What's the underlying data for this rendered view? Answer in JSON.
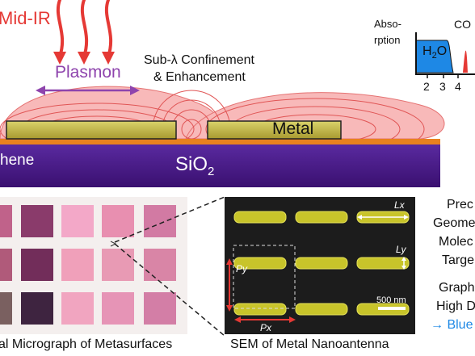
{
  "top": {
    "light_label": "Mid-IR",
    "plasmon_label": "Plasmon",
    "confinement_line1": "Sub-λ Confinement",
    "confinement_line2": "& Enhancement",
    "metal_label": "Metal",
    "substrate_label": "SiO",
    "substrate_sub": "2",
    "graphene_label": "hene"
  },
  "spectrum": {
    "ylabel_line1": "Abso-",
    "ylabel_line2": "rption",
    "h2o_label": "H",
    "h2o_sub": "2",
    "h2o_tail": "O",
    "co2_label": "CO",
    "ticks": [
      "2",
      "3",
      "4"
    ]
  },
  "bottom": {
    "micrograph_caption": "al Micrograph of Metasurfaces",
    "sem_caption": "SEM of Metal Nanoantenna",
    "lx": "Lx",
    "ly": "Ly",
    "px": "Px",
    "py": "Py",
    "scale": "500 nm",
    "right_lines": [
      "Prec",
      "Geome",
      "Molec",
      "Targe",
      "Graph",
      "High D"
    ],
    "right_blue": "→ Blue"
  },
  "colors": {
    "metal": "#c9c24e",
    "sio2": "#4a1a8c",
    "arrow_red": "#e53935",
    "plasmon": "#8e44ad",
    "water_blue": "#1e88e5",
    "field_pink": "#f6b0b0"
  }
}
